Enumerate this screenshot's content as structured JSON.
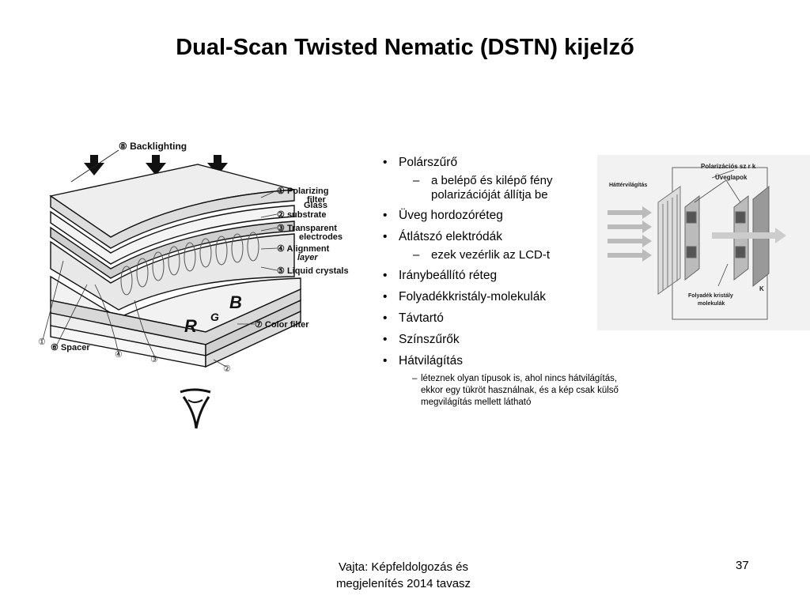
{
  "slide": {
    "title": "Dual-Scan Twisted Nematic (DSTN) kijelző",
    "bullets": [
      {
        "text": "Polárszűrő",
        "sub": [
          "a belépő és kilépő fény polarizációját állítja be"
        ]
      },
      {
        "text": "Üveg hordozóréteg"
      },
      {
        "text": "Átlátszó elektródák",
        "sub": [
          "ezek vezérlik az LCD-t"
        ]
      },
      {
        "text": "Iránybeállító réteg"
      },
      {
        "text": "Folyadékkristály-molekulák"
      },
      {
        "text": "Távtartó"
      },
      {
        "text": "Színszűrők"
      },
      {
        "text": "Hátvilágítás",
        "small": [
          "léteznek olyan típusok is, ahol nincs hátvilágítás, ekkor egy tükröt használnak, és a kép csak külső megvilágítás mellett látható"
        ]
      }
    ],
    "footer_line1": "Vajta:  Képfeldolgozás és",
    "footer_line2": "megjelenítés 2014 tavasz",
    "page_number": "37"
  },
  "diagram": {
    "backlighting": "⑧ Backlighting",
    "layers": [
      {
        "num": "①",
        "label_line1": "Polarizing",
        "label_line2": "filter"
      },
      {
        "num": "②",
        "label_line1": "Glass",
        "label_line2": "substrate"
      },
      {
        "num": "③",
        "label_line1": "Transparent",
        "label_line2": "electrodes"
      },
      {
        "num": "④",
        "label_line1": "Alignment",
        "label_line2": "layer"
      },
      {
        "num": "⑤",
        "label_line1": "Liquid crystals",
        "label_line2": ""
      }
    ],
    "spacer": "⑥ Spacer",
    "color_filter": "⑦ Color filter",
    "color_letters": [
      "B",
      "G",
      "R"
    ],
    "bottom_numbers": [
      "①",
      "④",
      "③",
      "②"
    ]
  },
  "right_diagram": {
    "polarizer_label": "Polarizációs sz r k",
    "glass_label": "Üveglapok",
    "backlight_label": "Háttérvilágítás",
    "lc_line1": "Folyadék kristály",
    "lc_line2": "molekulák",
    "k_label": "K"
  }
}
